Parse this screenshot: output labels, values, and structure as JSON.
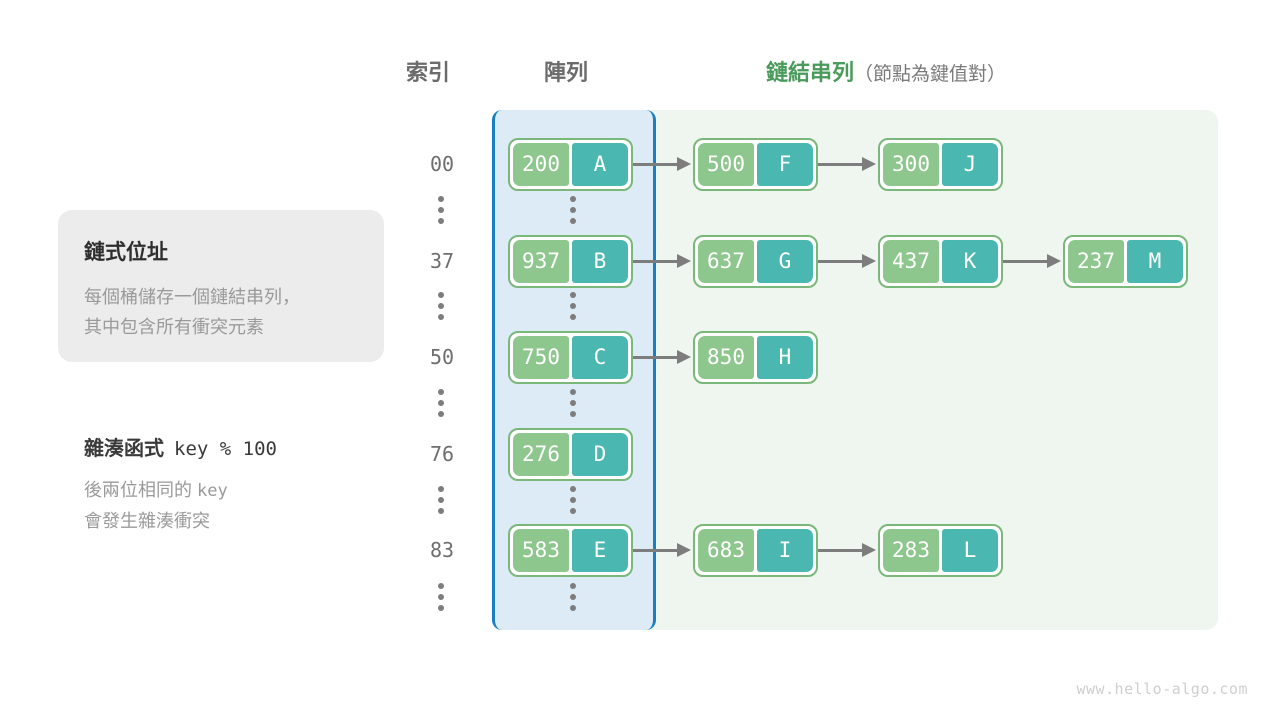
{
  "headings": {
    "index": "索引",
    "array": "陣列",
    "list": "鏈結串列",
    "list_note": "（節點為鍵值對）"
  },
  "info_card": {
    "title": "鏈式位址",
    "line1": "每個桶儲存一個鏈結串列，",
    "line2": "其中包含所有衝突元素"
  },
  "hash_function": {
    "title": "雜湊函式",
    "code": "key % 100",
    "line1_pre": "後兩位相同的",
    "line1_code": "key",
    "line2": "會發生雜湊衝突"
  },
  "colors": {
    "key_fill": "#8ec78e",
    "value_fill": "#4ab8b0",
    "node_border": "#7ab87a",
    "array_bg": "#ddebf7",
    "array_border": "#1a7fc1",
    "list_bg": "#eff6ef",
    "heading_green": "#4a9b5b",
    "arrow": "#7d7d7d"
  },
  "buckets": [
    {
      "index": "00",
      "nodes": [
        {
          "key": "200",
          "value": "A"
        },
        {
          "key": "500",
          "value": "F"
        },
        {
          "key": "300",
          "value": "J"
        }
      ]
    },
    {
      "index": "37",
      "nodes": [
        {
          "key": "937",
          "value": "B"
        },
        {
          "key": "637",
          "value": "G"
        },
        {
          "key": "437",
          "value": "K"
        },
        {
          "key": "237",
          "value": "M"
        }
      ]
    },
    {
      "index": "50",
      "nodes": [
        {
          "key": "750",
          "value": "C"
        },
        {
          "key": "850",
          "value": "H"
        }
      ]
    },
    {
      "index": "76",
      "nodes": [
        {
          "key": "276",
          "value": "D"
        }
      ]
    },
    {
      "index": "83",
      "nodes": [
        {
          "key": "583",
          "value": "E"
        },
        {
          "key": "683",
          "value": "I"
        },
        {
          "key": "283",
          "value": "L"
        }
      ]
    }
  ],
  "footer": {
    "watermark": "www.hello-algo.com"
  }
}
